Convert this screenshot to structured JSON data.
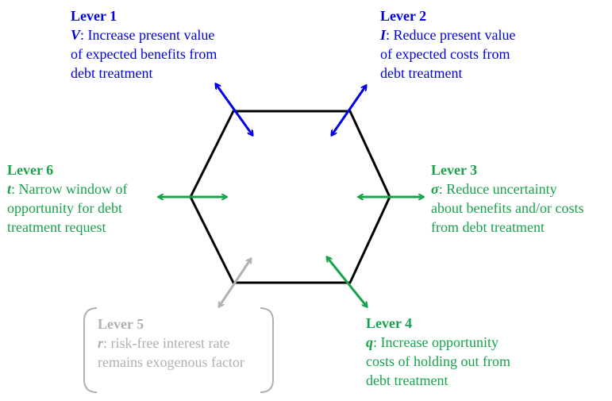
{
  "colors": {
    "blue": "#0000e6",
    "green": "#16a34a",
    "gray": "#b0b0b0",
    "hexagon": "#000000"
  },
  "levers": [
    {
      "id": "lever-1",
      "title": "Lever 1",
      "symbol": "V",
      "first_line": ": Increase present value",
      "lines": [
        "of expected benefits from",
        "debt treatment"
      ]
    },
    {
      "id": "lever-2",
      "title": "Lever 2",
      "symbol": "I",
      "first_line": ": Reduce present value",
      "lines": [
        "of expected costs from",
        "debt treatment"
      ]
    },
    {
      "id": "lever-3",
      "title": "Lever 3",
      "symbol": "σ",
      "first_line": ": Reduce uncertainty",
      "lines": [
        "about benefits and/or costs",
        "from debt treatment"
      ]
    },
    {
      "id": "lever-4",
      "title": "Lever 4",
      "symbol": "q",
      "first_line": ": Increase opportunity",
      "lines": [
        "costs of holding out from",
        "debt treatment"
      ]
    },
    {
      "id": "lever-5",
      "title": "Lever 5",
      "symbol": "r",
      "first_line": ": risk-free interest rate",
      "lines": [
        "remains exogenous factor"
      ]
    },
    {
      "id": "lever-6",
      "title": "Lever 6",
      "symbol": "t",
      "first_line": ": Narrow window of",
      "lines": [
        "opportunity for debt",
        "treatment request"
      ]
    }
  ]
}
